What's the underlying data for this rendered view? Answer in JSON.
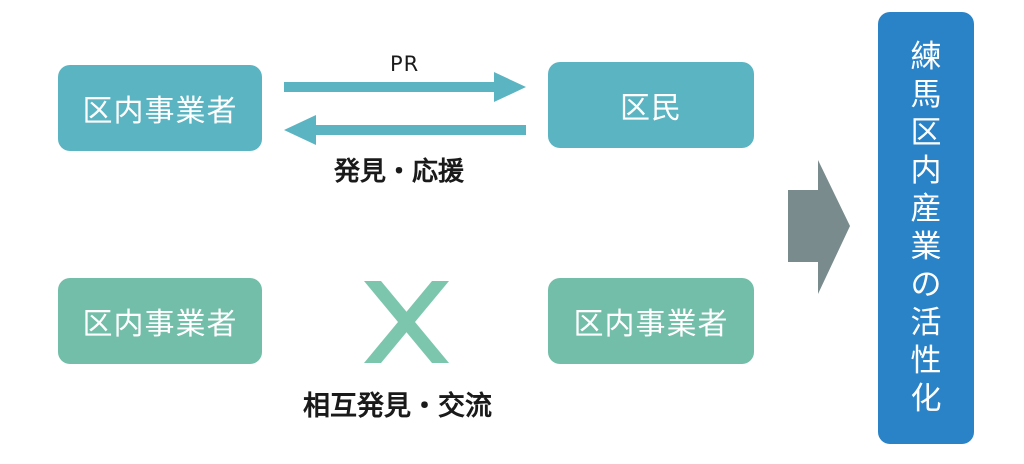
{
  "colors": {
    "teal": "#5bb4c2",
    "green": "#72bea8",
    "cross": "#7cc6ae",
    "blue": "#2a83c7",
    "gray_arrow": "#7a8b8d"
  },
  "top_row": {
    "left_box": "区内事業者",
    "right_box": "区民",
    "arrow_right_label": "PR",
    "arrow_left_label": "発見・応援"
  },
  "bottom_row": {
    "left_box": "区内事業者",
    "right_box": "区内事業者",
    "cross_label": "相互発見・交流"
  },
  "result": {
    "chars": [
      "練",
      "馬",
      "区",
      "内",
      "産",
      "業",
      "の",
      "活",
      "性",
      "化"
    ]
  }
}
